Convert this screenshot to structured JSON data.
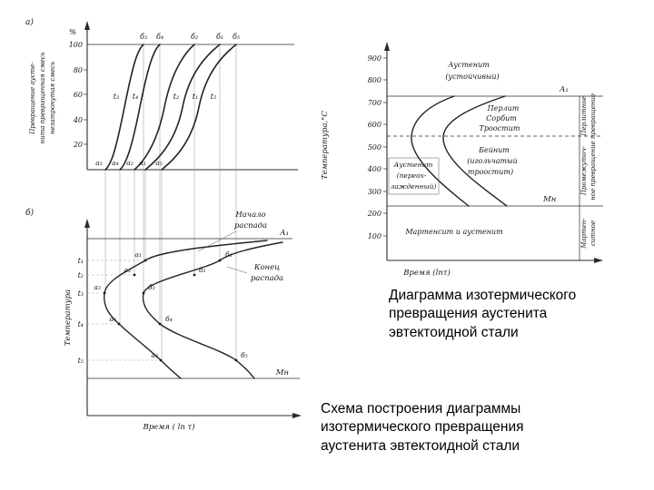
{
  "left_figure": {
    "panel_a_label": "а)",
    "panel_b_label": "б)",
    "top_chart": {
      "y_unit": "%",
      "y_ticks": [
        "100",
        "80",
        "60",
        "40",
        "20"
      ],
      "y_label_lines": [
        "Превращение аусте-",
        "нита превращенная смесь",
        "незатронутая смесь"
      ],
      "top_labels": [
        "б₃",
        "б₄",
        "б₂",
        "б₁",
        "б₅"
      ],
      "mid_labels": [
        "t₃",
        "t₄",
        "t₂",
        "t₁",
        "t₅"
      ],
      "foot_labels": [
        "а₃",
        "а₄",
        "а₂",
        "а₁",
        "а₅"
      ]
    },
    "bottom_chart": {
      "y_axis_label": "Температура",
      "x_axis_label": "Время ( ln τ)",
      "a1_label": "А₁",
      "mn_label": "Мн",
      "start_label_line1": "Начало",
      "start_label_line2": "распада",
      "end_label_line1": "Конец",
      "end_label_line2": "распада",
      "temp_ticks": [
        "t₁",
        "t₂",
        "t₃",
        "t₄",
        "t₅"
      ],
      "start_points": [
        "а₁",
        "а₂",
        "а₃",
        "а₄",
        "а₅"
      ],
      "end_points": [
        "б₁",
        "б₂",
        "б₃",
        "б₄",
        "б₅"
      ]
    }
  },
  "right_figure": {
    "y_axis_label": "Температура,°С",
    "x_axis_label": "Время (lnτ)",
    "y_ticks": [
      "900",
      "800",
      "700",
      "600",
      "500",
      "400",
      "300",
      "200",
      "100"
    ],
    "a1_label": "А₁",
    "mn_label": "Мн",
    "austenite_stable_line1": "Аустенит",
    "austenite_stable_line2": "(устойчивый)",
    "pearlite": "Перлит",
    "sorbite": "Сорбит",
    "troostite": "Троостит",
    "bainite_line1": "Бейнит",
    "bainite_line2": "(игольчатый",
    "bainite_line3": "троостит)",
    "austenite_supercooled_line1": "Аустенит",
    "austenite_supercooled_line2": "(переох-",
    "austenite_supercooled_line3": "лажденный)",
    "martensite": "Мартенсит и аустенит",
    "region_pearlite_line1": "Перлитное",
    "region_pearlite_line2": "превращение",
    "region_intermediate_line1": "Промежуточ-",
    "region_intermediate_line2": "ное превращение",
    "region_martensite_line1": "Мартен-",
    "region_martensite_line2": "ситное"
  },
  "captions": {
    "diagram_caption": "Диаграмма изотермического превращения аустенита эвтектоидной стали",
    "scheme_caption": "Схема построения диаграммы изотермического превращения аустенита эвтектоидной стали"
  }
}
